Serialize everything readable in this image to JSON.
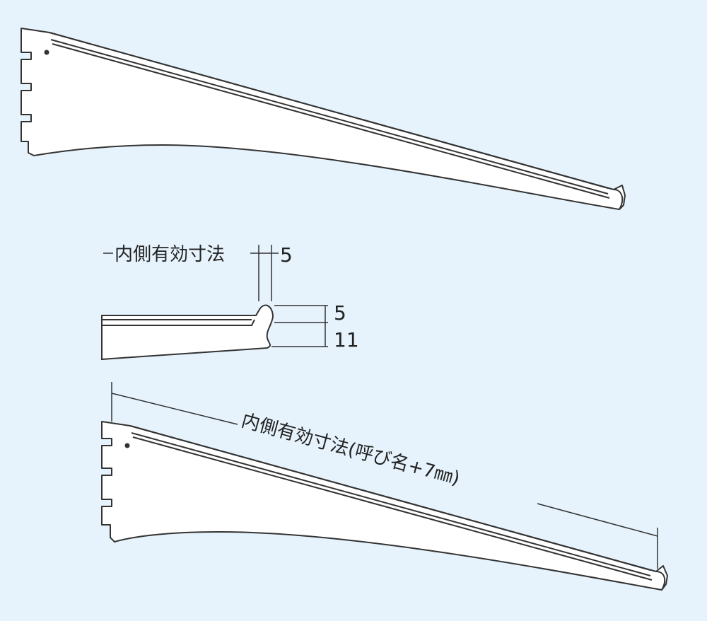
{
  "colors": {
    "background": "#e6f3fc",
    "bracket_fill": "#ffffff",
    "line": "#333333"
  },
  "detail": {
    "label_inner": "内側有効寸法",
    "dim_top_gap": "5",
    "dim_hook_height": "5",
    "dim_total_height": "11"
  },
  "bottom": {
    "label_length": "内側有効寸法(呼び名+7㎜)"
  }
}
